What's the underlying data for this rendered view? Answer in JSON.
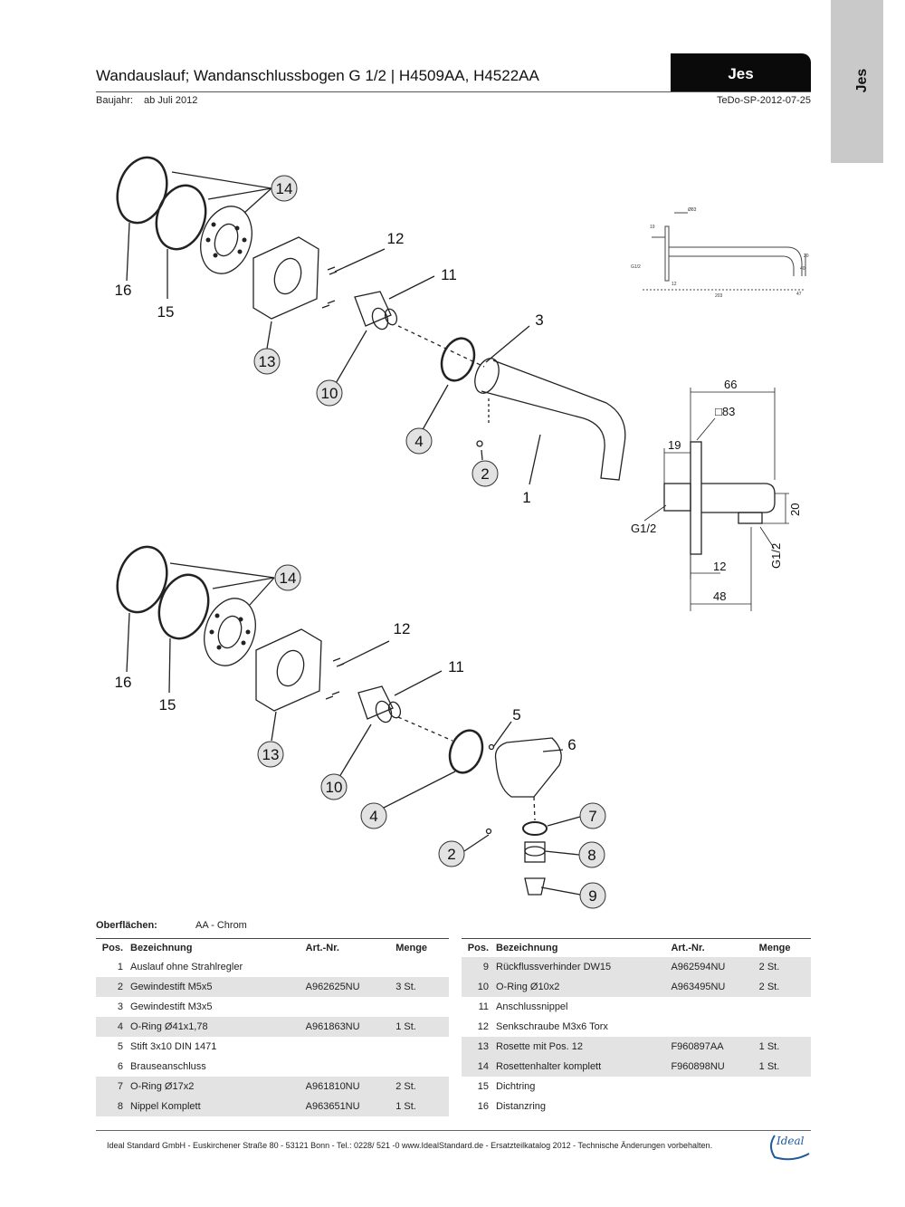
{
  "side_tab": "Jes",
  "header": {
    "title": "Wandauslauf; Wandanschlussbogen G 1/2 | H4509AA, H4522AA",
    "brand": "Jes",
    "baujahr_label": "Baujahr:",
    "baujahr_value": "ab Juli 2012",
    "doc_code": "TeDo-SP-2012-07-25"
  },
  "diagram_top": {
    "callouts": [
      "14",
      "16",
      "15",
      "12",
      "11",
      "3",
      "13",
      "10",
      "4",
      "2",
      "1"
    ],
    "dimensions": [
      "66",
      "□83",
      "19",
      "20",
      "G1/2",
      "12",
      "48",
      "G1/2"
    ],
    "spout_dims": [
      "Ø83",
      "19",
      "G1/2",
      "12",
      "203",
      "47",
      "20",
      "40"
    ]
  },
  "diagram_bottom": {
    "callouts": [
      "14",
      "16",
      "15",
      "12",
      "11",
      "5",
      "6",
      "13",
      "10",
      "4",
      "7",
      "8",
      "2",
      "9"
    ]
  },
  "surfaces": {
    "label": "Oberflächen:",
    "value": "AA - Chrom"
  },
  "table_headers": {
    "pos": "Pos.",
    "name": "Bezeichnung",
    "art": "Art.-Nr.",
    "qty": "Menge"
  },
  "parts_left": [
    {
      "pos": "1",
      "name": "Auslauf ohne Strahlregler",
      "art": "",
      "qty": ""
    },
    {
      "pos": "2",
      "name": "Gewindestift M5x5",
      "art": "A962625NU",
      "qty": "3 St."
    },
    {
      "pos": "3",
      "name": "Gewindestift M3x5",
      "art": "",
      "qty": ""
    },
    {
      "pos": "4",
      "name": "O-Ring Ø41x1,78",
      "art": "A961863NU",
      "qty": "1 St."
    },
    {
      "pos": "5",
      "name": "Stift 3x10 DIN 1471",
      "art": "",
      "qty": ""
    },
    {
      "pos": "6",
      "name": "Brauseanschluss",
      "art": "",
      "qty": ""
    },
    {
      "pos": "7",
      "name": "O-Ring Ø17x2",
      "art": "A961810NU",
      "qty": "2 St."
    },
    {
      "pos": "8",
      "name": "Nippel Komplett",
      "art": "A963651NU",
      "qty": "1 St."
    }
  ],
  "parts_right": [
    {
      "pos": "9",
      "name": "Rückflussverhinder DW15",
      "art": "A962594NU",
      "qty": "2 St."
    },
    {
      "pos": "10",
      "name": "O-Ring Ø10x2",
      "art": "A963495NU",
      "qty": "2 St."
    },
    {
      "pos": "11",
      "name": "Anschlussnippel",
      "art": "",
      "qty": ""
    },
    {
      "pos": "12",
      "name": "Senkschraube M3x6 Torx",
      "art": "",
      "qty": ""
    },
    {
      "pos": "13",
      "name": "Rosette mit Pos. 12",
      "art": "F960897AA",
      "qty": "1 St."
    },
    {
      "pos": "14",
      "name": "Rosettenhalter komplett",
      "art": "F960898NU",
      "qty": "1 St."
    },
    {
      "pos": "15",
      "name": "Dichtring",
      "art": "",
      "qty": ""
    },
    {
      "pos": "16",
      "name": "Distanzring",
      "art": "",
      "qty": ""
    }
  ],
  "footer": {
    "text": "Ideal Standard GmbH - Euskirchener Straße 80 - 53121 Bonn - Tel.: 0228/ 521 -0 www.IdealStandard.de - Ersatzteilkatalog 2012 - Technische Änderungen vorbehalten.",
    "logo": "Ideal"
  }
}
